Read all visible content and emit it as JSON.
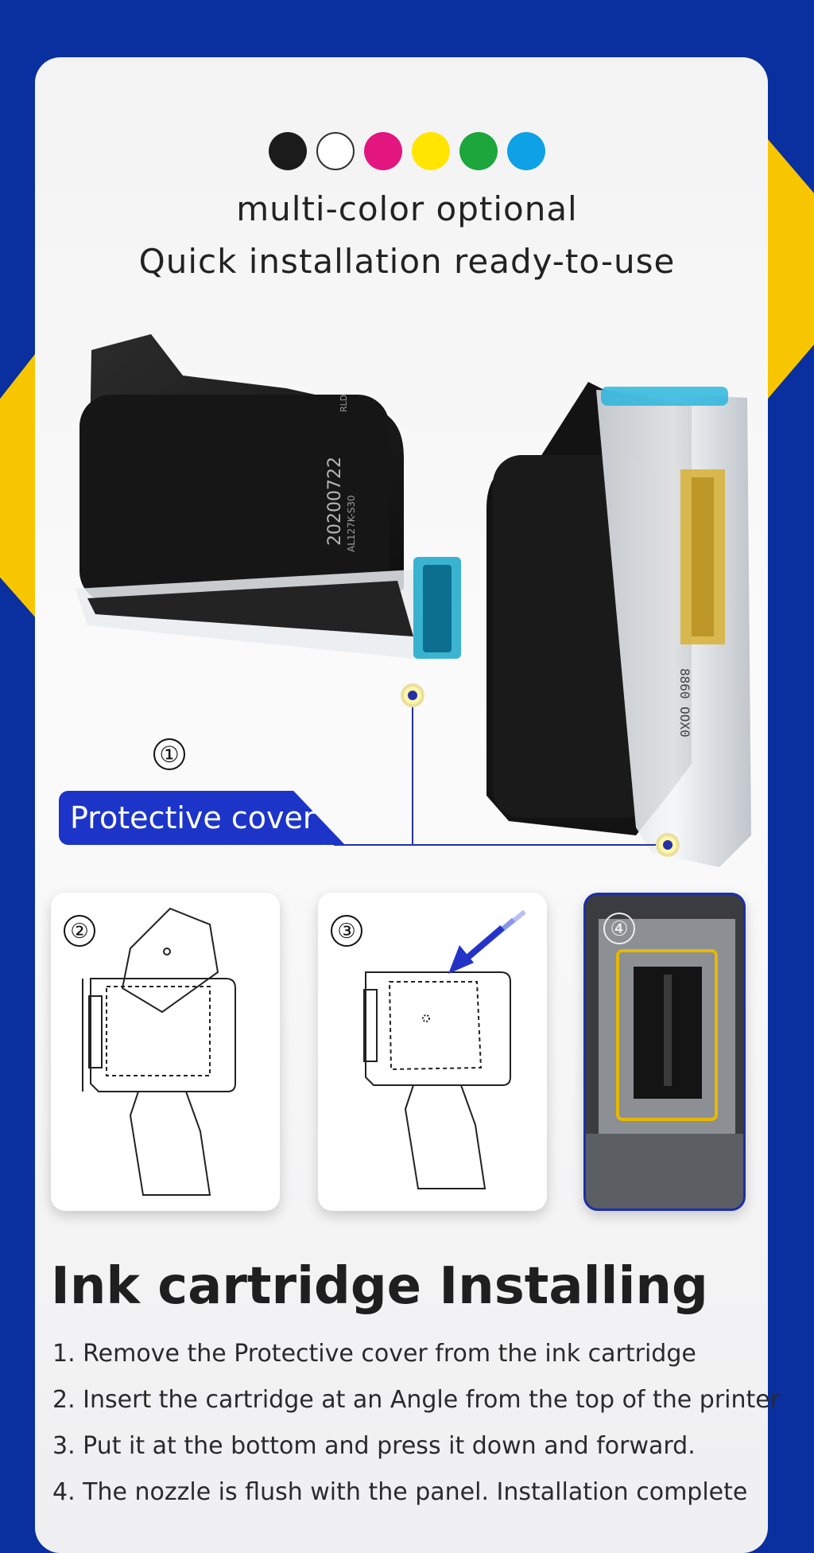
{
  "colors": {
    "background": "#0a2f9e",
    "accent_yellow": "#f7c600",
    "label_blue": "#1c35c8",
    "highlight_yellow": "#e6b800"
  },
  "color_options": [
    {
      "name": "black",
      "hex": "#1b1b1b"
    },
    {
      "name": "white",
      "hex": "#ffffff"
    },
    {
      "name": "magenta",
      "hex": "#e3157f"
    },
    {
      "name": "yellow",
      "hex": "#ffe500"
    },
    {
      "name": "green",
      "hex": "#1ca63c"
    },
    {
      "name": "cyan",
      "hex": "#0ea1e6"
    }
  ],
  "header": {
    "line1": "multi-color optional",
    "line2": "Quick installation ready-to-use"
  },
  "product": {
    "cartridge_front_print": "20200722",
    "cartridge_front_model": "AL127K-S30",
    "cartridge_front_code": "RLD",
    "cartridge_back_code": "8860 OOX0",
    "callout_number": "①",
    "callout_label": "Protective cover"
  },
  "steps": [
    {
      "number": "②",
      "illustration": "cartridge-tilted-insert"
    },
    {
      "number": "③",
      "illustration": "cartridge-press-down-arrow"
    },
    {
      "number": "④",
      "illustration": "nozzle-flush-panel-photo"
    }
  ],
  "section": {
    "title": "Ink cartridge Installing",
    "instructions": [
      "1. Remove the Protective cover from the ink cartridge",
      "2. Insert the cartridge at an Angle from the top of the printer",
      "3. Put it at the bottom and press it down and forward.",
      "4. The nozzle is flush with the panel.  Installation complete"
    ]
  }
}
